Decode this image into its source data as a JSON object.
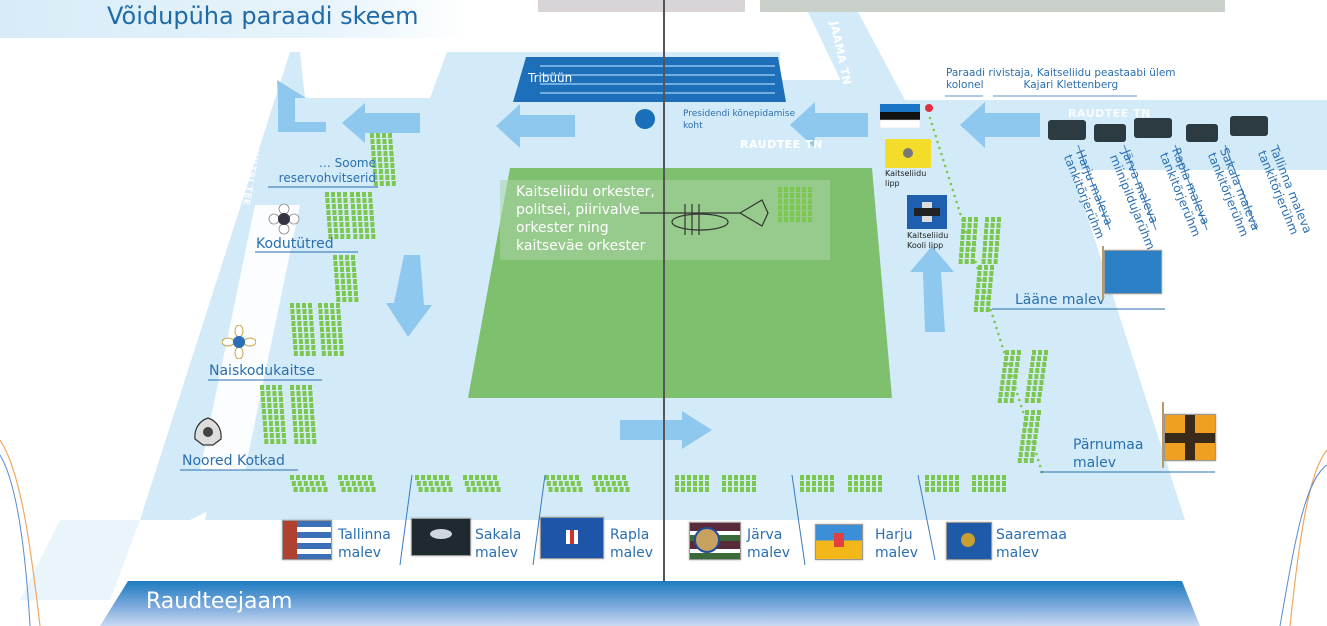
{
  "title": "Võidupüha paraadi skeem",
  "grandstand": {
    "label": "Tribüün"
  },
  "president_spot": {
    "label_line1": "Presidendi kõnepidamise",
    "label_line2": "koht"
  },
  "roads": [
    {
      "name": "RAUDTEE TN"
    },
    {
      "name": "RAUDTEE TN"
    },
    {
      "name": "JAAMA TN"
    },
    {
      "name": "KILTSI TEE"
    }
  ],
  "commander": {
    "line1": "Paraadi rivistaja, Kaitseliidu peastaabi ülem",
    "line2_a": "kolonel",
    "line2_b": "Kajari Klettenberg"
  },
  "flags_right": [
    {
      "label_line1": "Kaitseliidu",
      "label_line2": "lipp",
      "color": "#f3dc2a"
    },
    {
      "label_line1": "Kaitseliidu",
      "label_line2": "Kooli lipp",
      "color": "#1f5fb0"
    }
  ],
  "vehicles": [
    {
      "line1": "Harju maleva",
      "line2": "tankitõrjerühm"
    },
    {
      "line1": "Järva maleva",
      "line2": "miinipildujarühm"
    },
    {
      "line1": "Rapla maleva",
      "line2": "tankitõrjerühm"
    },
    {
      "line1": "Sakala maleva",
      "line2": "tankitõrjerühm"
    },
    {
      "line1": "Tallinna maleva",
      "line2": "tankitõrjerühm"
    }
  ],
  "orchestra": {
    "line1": "Kaitseliidu orkester,",
    "line2": "politsei, piirivalve",
    "line3": "orkester ning",
    "line4": "kaitseväe orkester"
  },
  "left_units": [
    {
      "line1": "… Soome",
      "line2": "reservohvitserid"
    },
    {
      "line1": "Kodutütred"
    },
    {
      "line1": "Naiskodukaitse"
    },
    {
      "line1": "Noored Kotkad"
    }
  ],
  "right_units": [
    {
      "line1": "Lääne malev",
      "flag_color": "#2b7fc4"
    },
    {
      "line1": "Pärnumaa",
      "line2": "malev",
      "flag_color": "#f0a020"
    }
  ],
  "bottom_units": [
    {
      "line1": "Tallinna",
      "line2": "malev",
      "flag_color": "#3b6fb8"
    },
    {
      "line1": "Sakala",
      "line2": "malev",
      "flag_color": "#1e2a30"
    },
    {
      "line1": "Rapla",
      "line2": "malev",
      "flag_color": "#1d55a8"
    },
    {
      "line1": "Järva",
      "line2": "malev",
      "flag_color": "#5a2a3a"
    },
    {
      "line1": "Harju",
      "line2": "malev",
      "flag_color": "#f2b818"
    },
    {
      "line1": "Saaremaa",
      "line2": "malev",
      "flag_color": "#1f5aa8"
    }
  ],
  "station": {
    "label": "Raudteejaam"
  },
  "colors": {
    "road": "#d3ebf8",
    "arrow": "#8fc8ee",
    "field": "#7fc06e",
    "troops": "#7cc750",
    "accent": "#1f6aa8"
  }
}
